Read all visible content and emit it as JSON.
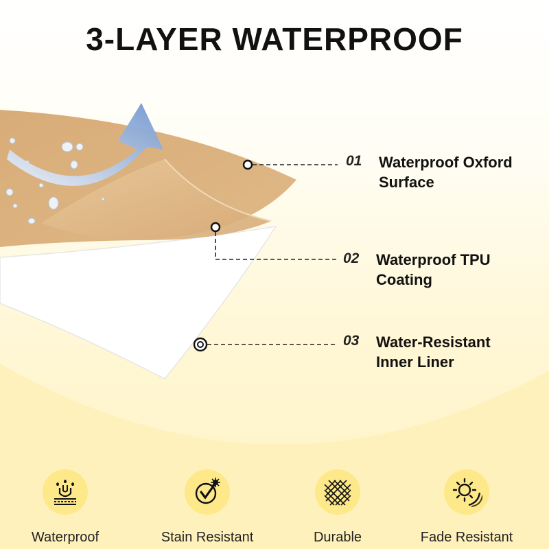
{
  "title": "3-LAYER WATERPROOF",
  "callouts": [
    {
      "number": "01",
      "line1": "Waterproof Oxford",
      "line2": "Surface"
    },
    {
      "number": "02",
      "line1": "Waterproof TPU",
      "line2": "Coating"
    },
    {
      "number": "03",
      "line1": "Water-Resistant",
      "line2": "Inner Liner"
    }
  ],
  "features": [
    {
      "label": "Waterproof",
      "icon": "waterproof-icon"
    },
    {
      "label": "Stain Resistant",
      "icon": "stain-resistant-icon"
    },
    {
      "label": "Durable",
      "icon": "durable-weave-icon"
    },
    {
      "label": "Fade Resistant",
      "icon": "fade-resistant-sun-icon"
    }
  ],
  "colors": {
    "accent_yellow": "#fde98a",
    "oxford_tan": "#dcb382",
    "arrow_blue": "#7fa3d4",
    "background": "#fff7d6"
  }
}
